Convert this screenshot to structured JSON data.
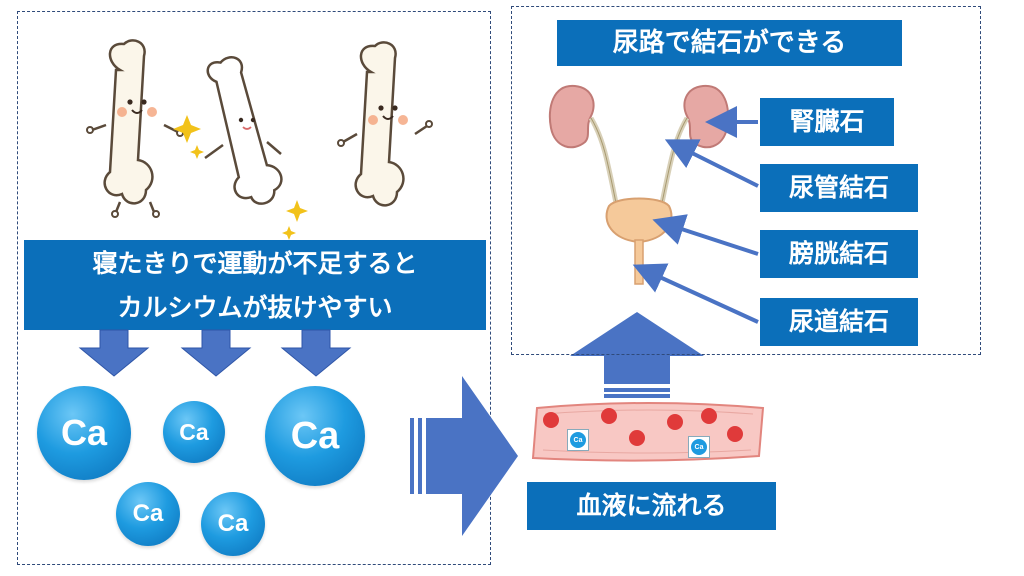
{
  "bones_caption": [
    "寝たきりで運動が不足すると",
    "カルシウムが抜けやすい"
  ],
  "calcium_symbol": "Ca",
  "blood_label": "血液に流れる",
  "urinary_title": "尿路で結石ができる",
  "stone_labels": [
    "腎臓石",
    "尿管結石",
    "膀胱結石",
    "尿道結石"
  ],
  "colors": {
    "label_bg": "#0b6fba",
    "arrow": "#4a73c4",
    "calcium": "#1e9be0",
    "panel_border": "#2f4a7a"
  }
}
